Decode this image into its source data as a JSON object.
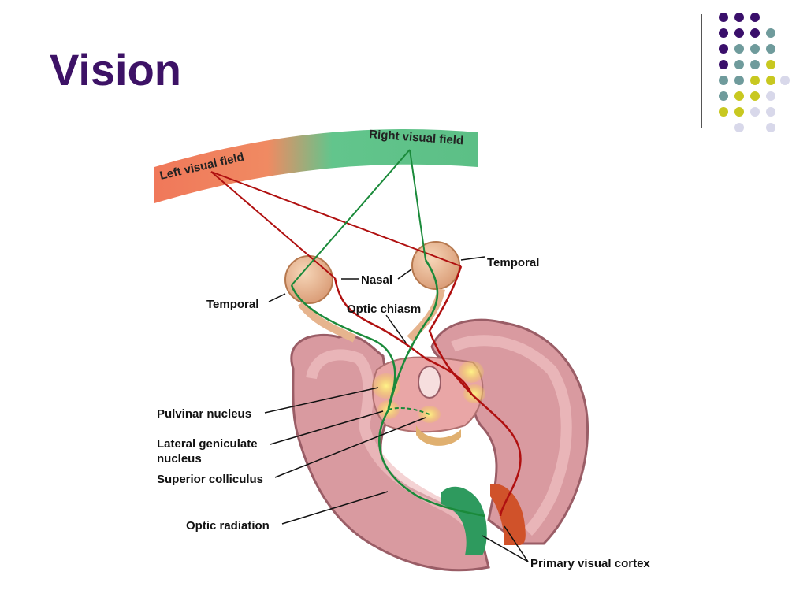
{
  "slide": {
    "title": "Vision"
  },
  "colors": {
    "title": "#3d1266",
    "dot_purple": "#3a0f6b",
    "dot_teal": "#6f9b9c",
    "dot_yellow": "#c8c820",
    "dot_lavender": "#d8d8ea",
    "left_field": "#f07a5a",
    "right_field": "#5cbf86",
    "left_path": "#b01010",
    "right_path": "#1a8a3a",
    "brain": "#d99aa0",
    "eye": "#e8b692"
  },
  "labels": {
    "left_visual_field": "Left visual field",
    "right_visual_field": "Right visual field",
    "temporal_right": "Temporal",
    "nasal": "Nasal",
    "temporal_left": "Temporal",
    "optic_chiasm": "Optic chiasm",
    "pulvinar_nucleus": "Pulvinar nucleus",
    "lateral_geniculate_line1": "Lateral geniculate",
    "lateral_geniculate_line2": "nucleus",
    "superior_colliculus": "Superior colliculus",
    "optic_radiation": "Optic radiation",
    "primary_visual_cortex": "Primary visual cortex"
  }
}
